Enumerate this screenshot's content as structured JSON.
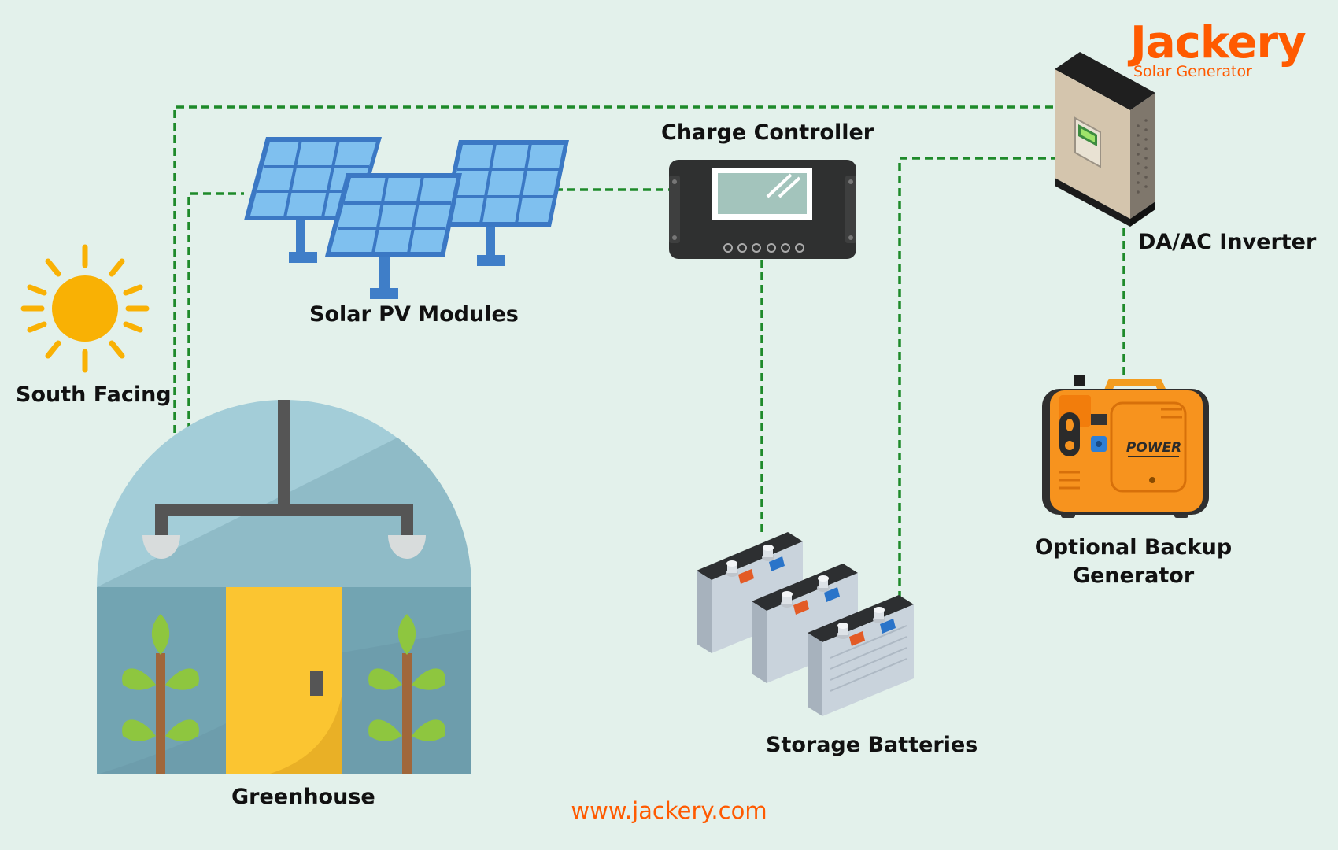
{
  "brand": {
    "name": "Jackery",
    "tagline": "Solar Generator",
    "url": "www.jackery.com",
    "accent_color": "#ff5a00"
  },
  "labels": {
    "south_facing": "South Facing",
    "solar_modules": "Solar PV Modules",
    "charge_controller": "Charge Controller",
    "inverter": "DA/AC Inverter",
    "backup_generator_line1": "Optional Backup",
    "backup_generator_line2": "Generator",
    "storage_batteries": "Storage Batteries",
    "greenhouse": "Greenhouse"
  },
  "generator_panel_text": "POWER",
  "connector_color": "#1e8a2a",
  "icons": [
    "sun-icon",
    "solar-panel-icon",
    "charge-controller-icon",
    "inverter-icon",
    "generator-icon",
    "battery-icon",
    "greenhouse-icon"
  ]
}
